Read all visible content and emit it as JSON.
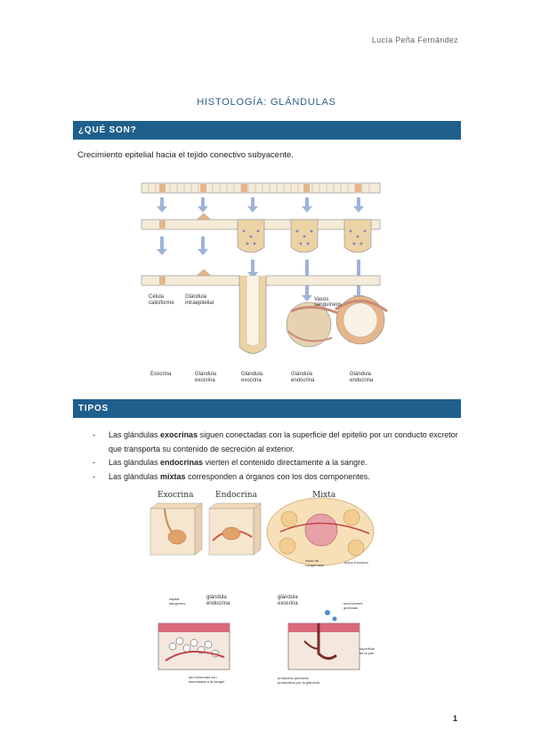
{
  "header": {
    "author": "Lucía Peña Fernández"
  },
  "doc_title": "HISTOLOGÍA: GLÁNDULAS",
  "section1": {
    "heading": "¿QUÉ SON?",
    "intro": "Crecimiento epitelial hacia el tejido conectivo subyacente."
  },
  "figure1": {
    "labels": {
      "celula": "Célula",
      "caliciforme": "caliciforme",
      "glandula": "Glándula",
      "intraepitelial": "intraepitelial",
      "vasos": "Vasos",
      "sanguineos": "sanguíneos"
    },
    "bottom_labels": [
      {
        "line1": "Exocrina",
        "line2": ""
      },
      {
        "line1": "Glándula",
        "line2": "exocrina"
      },
      {
        "line1": "Glándula",
        "line2": "exocrina"
      },
      {
        "line1": "Glándula",
        "line2": "endocrina"
      },
      {
        "line1": "Glándula",
        "line2": "endocrina"
      }
    ]
  },
  "section2": {
    "heading": "TIPOS",
    "bullets": [
      {
        "dash": "-",
        "pre": "Las glándulas ",
        "bold": "exocrinas",
        "post": " siguen conectadas con la superficie del epitelio por un conducto excretor que transporta su contenido de secreción al exterior."
      },
      {
        "dash": "-",
        "pre": "Las glándulas ",
        "bold": "endocrinas",
        "post": " vierten el contenido directamente a la sangre."
      },
      {
        "dash": "-",
        "pre": "Las glándulas ",
        "bold": "mixtas",
        "post": " corresponden a órganos con los dos componentes."
      }
    ]
  },
  "figure2": {
    "exocrina": "Exocrina",
    "endocrina": "Endocrina",
    "mixta": "Mixta",
    "islote": "Islote de",
    "langerhans": "Langerhans",
    "acino": "Acino Exocrino"
  },
  "figure3": {
    "left": {
      "capilar1": "capilar",
      "capilar2": "sanguíneo",
      "gland1": "glándula",
      "gland2": "endocrina",
      "horm1": "las hormonas son",
      "horm2": "secretadas a la sangre"
    },
    "right": {
      "gland1": "glándula",
      "gland2": "exocrina",
      "sec1": "secreciones",
      "sec2": "químicas",
      "sup1": "superficie",
      "sup2": "de la piel",
      "prod1": "productos químicos",
      "prod2": "producidos por la glándula"
    }
  },
  "footer": {
    "page_number": "1"
  },
  "colors": {
    "section_bar": "#1f5f8b",
    "title": "#2e5e8a"
  }
}
